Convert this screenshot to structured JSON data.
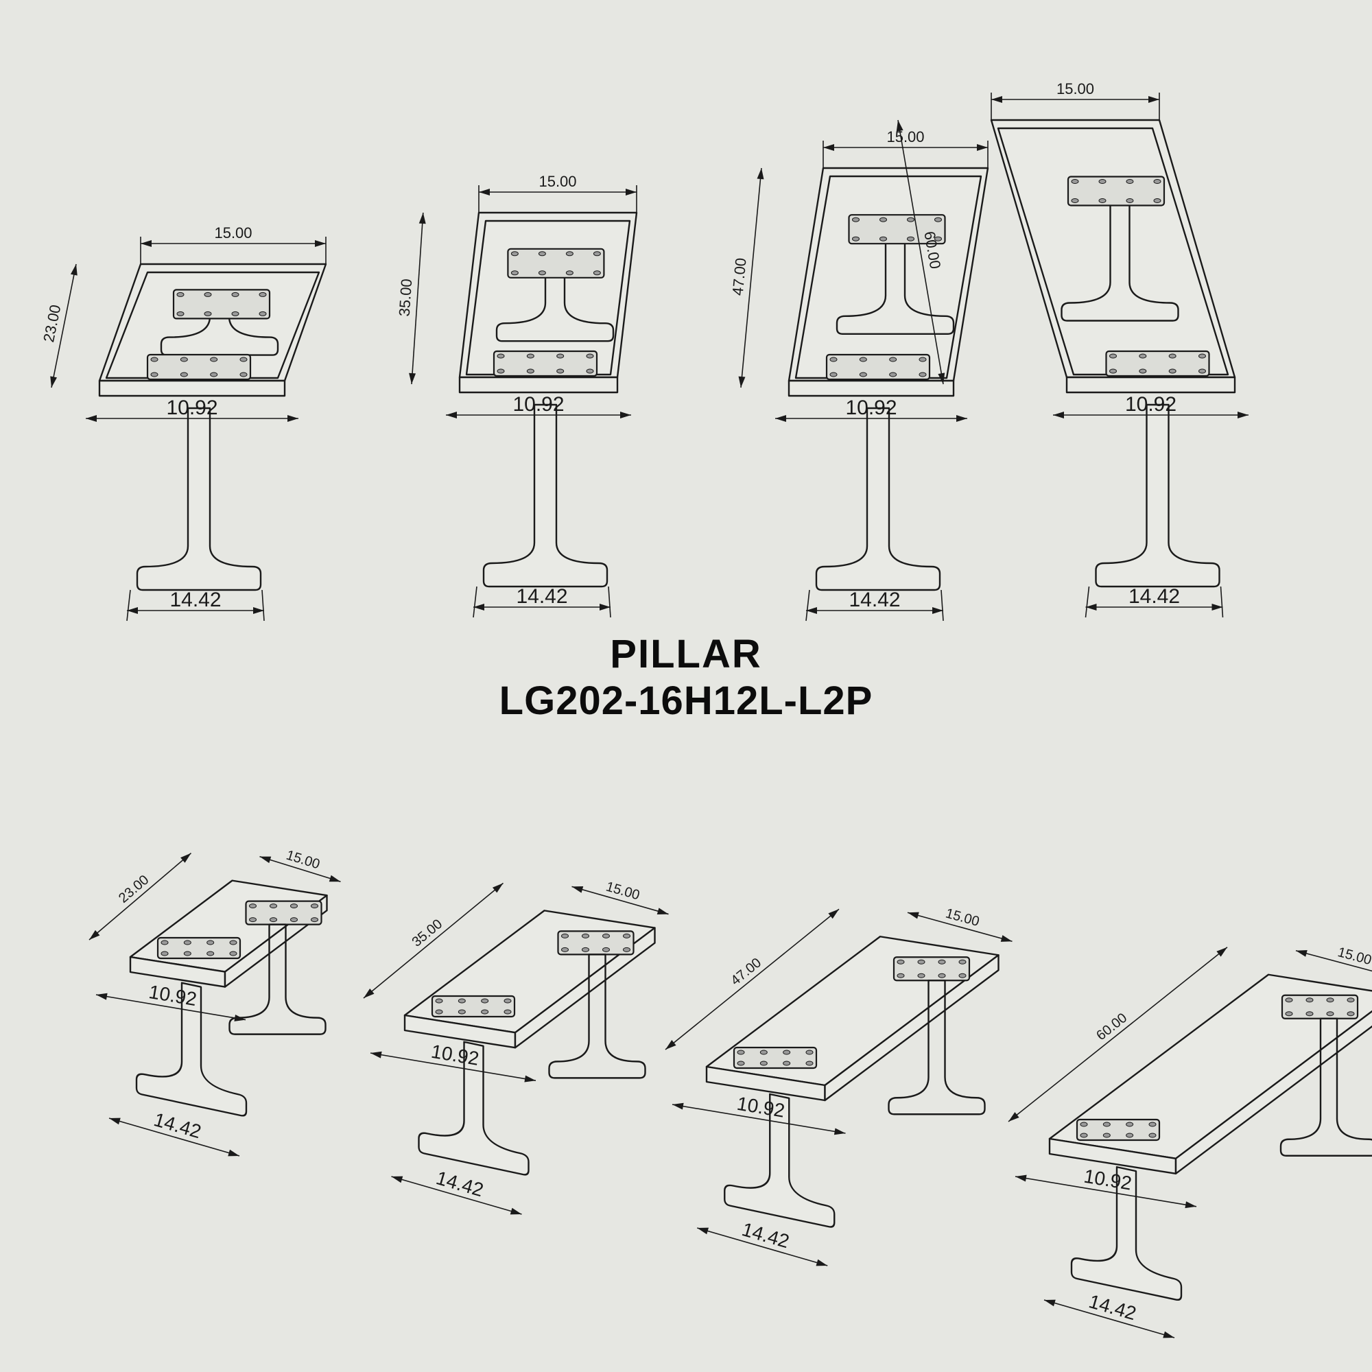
{
  "title": {
    "line1": "PILLAR",
    "line2": "LG202-16H12L-L2P"
  },
  "colors": {
    "background": "#e6e7e2",
    "line": "#1a1a1a"
  },
  "views": [
    {
      "id": "front-1",
      "row": "front",
      "width": "15.00",
      "height": "23.00",
      "top_width": "10.92",
      "base_width": "14.42"
    },
    {
      "id": "front-2",
      "row": "front",
      "width": "15.00",
      "height": "35.00",
      "top_width": "10.92",
      "base_width": "14.42"
    },
    {
      "id": "front-3",
      "row": "front",
      "width": "15.00",
      "height": "47.00",
      "top_width": "10.92",
      "base_width": "14.42"
    },
    {
      "id": "front-4",
      "row": "front",
      "width": "15.00",
      "height": "60.00",
      "top_width": "10.92",
      "base_width": "14.42"
    },
    {
      "id": "iso-1",
      "row": "iso",
      "width": "15.00",
      "height": "23.00",
      "top_width": "10.92",
      "base_width": "14.42"
    },
    {
      "id": "iso-2",
      "row": "iso",
      "width": "15.00",
      "height": "35.00",
      "top_width": "10.92",
      "base_width": "14.42"
    },
    {
      "id": "iso-3",
      "row": "iso",
      "width": "15.00",
      "height": "47.00",
      "top_width": "10.92",
      "base_width": "14.42"
    },
    {
      "id": "iso-4",
      "row": "iso",
      "width": "15.00",
      "height": "60.00",
      "top_width": "10.92",
      "base_width": "14.42"
    }
  ]
}
